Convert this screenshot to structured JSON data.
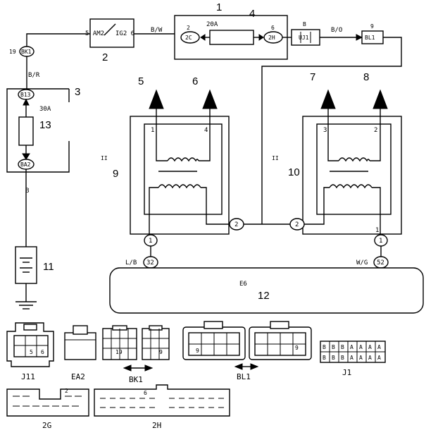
{
  "callouts": {
    "c1": "1",
    "c2": "2",
    "c3": "3",
    "c4": "4",
    "c5": "5",
    "c6": "6",
    "c7": "7",
    "c8": "8",
    "c9": "9",
    "c10": "10",
    "c11": "11",
    "c12": "12",
    "c13": "13"
  },
  "connectors": {
    "bk1": "BK1",
    "bk1_pin": "19",
    "b13": "B13",
    "ba2": "BA2",
    "am2": "5 AM2",
    "ig2": "IG2 6",
    "c2c": "2C",
    "c2c_pin": "2",
    "c2h": "2H",
    "c2h_pin": "6",
    "uj1": "UJ1",
    "uj1_wire": "B",
    "bl1": "BL1",
    "bl1_pin": "9",
    "ii_left": "II",
    "ii_right": "II",
    "e6": "E6",
    "pin_32": "32",
    "pin_52": "52",
    "relay9_p1": "1",
    "relay9_p2": "2",
    "relay9_p3": "1",
    "relay9_p4": "4",
    "relay10_p1": "1",
    "relay10_p2": "2",
    "relay10_p3": "3",
    "relay10_p4": "2",
    "relay10_p5": "2",
    "relay9_p5": "1"
  },
  "wires": {
    "b_w": "B/W",
    "b_o": "B/O",
    "b_r": "B/R",
    "b": "B",
    "l_b": "L/B",
    "w_g": "W/G"
  },
  "fuses": {
    "main": "20A",
    "fusible": "30A"
  },
  "connector_views": {
    "j11": "J11",
    "j11_pins": [
      "5",
      "6"
    ],
    "ea2": "EA2",
    "bk1": "BK1",
    "bk1_pin": "19",
    "bl1": "BL1",
    "bl1_pin": "9",
    "j1": "J1",
    "j1_top": [
      "B",
      "B",
      "B",
      "A",
      "A",
      "A",
      "A"
    ],
    "j1_bot": [
      "B",
      "B",
      "B",
      "A",
      "A",
      "A",
      "A"
    ],
    "g2": "2G",
    "g2_pin": "2",
    "h2": "2H",
    "h2_pin": "6",
    "extra_pin_a": "9",
    "extra_pin_b": "9"
  }
}
